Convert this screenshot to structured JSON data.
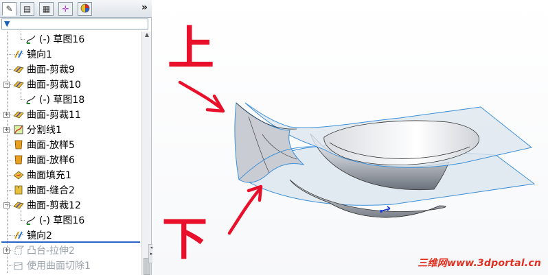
{
  "feature_tree": {
    "tabs": [
      {
        "name": "feature-manager-tab-icon",
        "glyph": "✎"
      },
      {
        "name": "property-manager-tab-icon",
        "glyph": "▤"
      },
      {
        "name": "configuration-manager-tab-icon",
        "glyph": "▦"
      },
      {
        "name": "dimxpert-manager-tab-icon",
        "glyph": "✛"
      },
      {
        "name": "display-manager-tab-icon",
        "glyph": "◕"
      }
    ],
    "more_tabs_glyph": "»",
    "filter_glyph": "▼",
    "items": [
      {
        "label": "(-) 草图16",
        "icon": "sketch-icon",
        "indent": 2,
        "expander": false,
        "dim": false
      },
      {
        "label": "镜向1",
        "icon": "mirror-icon",
        "indent": 1,
        "expander": false,
        "dim": false
      },
      {
        "label": "曲面-剪裁9",
        "icon": "trim-surface-icon",
        "indent": 1,
        "expander": false,
        "dim": false
      },
      {
        "label": "曲面-剪裁10",
        "icon": "trim-surface-icon",
        "indent": 1,
        "expander": "minus",
        "dim": false
      },
      {
        "label": "(-) 草图18",
        "icon": "sketch-icon",
        "indent": 2,
        "expander": false,
        "dim": false
      },
      {
        "label": "曲面-剪裁11",
        "icon": "trim-surface-icon",
        "indent": 1,
        "expander": "plus",
        "dim": false
      },
      {
        "label": "分割线1",
        "icon": "split-line-icon",
        "indent": 1,
        "expander": "plus",
        "dim": false
      },
      {
        "label": "曲面-放样5",
        "icon": "loft-surface-icon",
        "indent": 1,
        "expander": false,
        "dim": false
      },
      {
        "label": "曲面-放样6",
        "icon": "loft-surface-icon",
        "indent": 1,
        "expander": false,
        "dim": false
      },
      {
        "label": "曲面填充1",
        "icon": "fill-surface-icon",
        "indent": 1,
        "expander": false,
        "dim": false
      },
      {
        "label": "曲面-缝合2",
        "icon": "knit-surface-icon",
        "indent": 1,
        "expander": false,
        "dim": false
      },
      {
        "label": "曲面-剪裁12",
        "icon": "trim-surface-icon",
        "indent": 1,
        "expander": "minus",
        "dim": false
      },
      {
        "label": "(-) 草图16",
        "icon": "sketch-icon",
        "indent": 2,
        "expander": false,
        "dim": false
      },
      {
        "label": "镜向2",
        "icon": "mirror-icon",
        "indent": 1,
        "expander": false,
        "dim": false
      },
      {
        "label": "凸台-拉伸2",
        "icon": "boss-extrude-icon",
        "indent": 1,
        "expander": "plus",
        "dim": true
      },
      {
        "label": "使用曲面切除1",
        "icon": "surface-cut-icon",
        "indent": 1,
        "expander": false,
        "dim": true
      }
    ]
  },
  "viewport": {
    "annotation_top": "上",
    "annotation_bottom": "下",
    "watermark": "三维网www.3dportal.cn",
    "annotation_color": "#e8102a",
    "surface_edge_color": "#3c8fd8"
  }
}
